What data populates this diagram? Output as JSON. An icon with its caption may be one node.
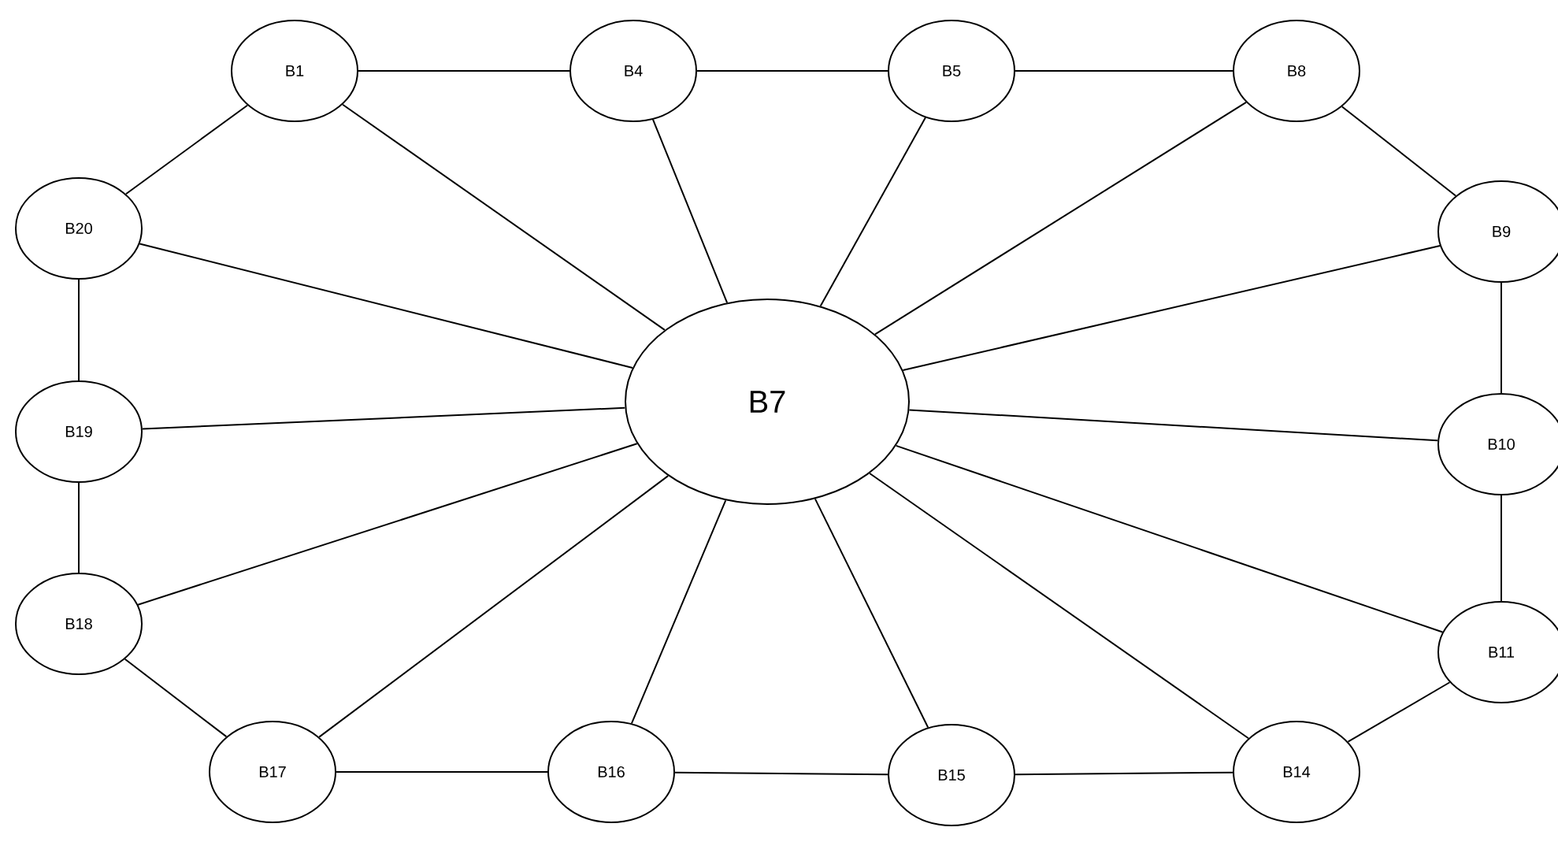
{
  "diagram": {
    "nodes": [
      {
        "text": [
          "B1"
        ]
      },
      {
        "text": [
          "B4"
        ]
      },
      {
        "text": [
          "B5"
        ]
      },
      {
        "text": [
          "B8"
        ]
      },
      {
        "text": [
          "B20"
        ]
      },
      {
        "text": [
          "B9"
        ]
      },
      {
        "text": [
          "B19"
        ]
      },
      {
        "text": [
          "B7"
        ]
      },
      {
        "text": [
          "B10"
        ]
      },
      {
        "text": [
          "B18"
        ]
      },
      {
        "text": [
          "B11"
        ]
      },
      {
        "text": [
          "B17"
        ]
      },
      {
        "text": [
          "B16"
        ]
      },
      {
        "text": [
          "B15"
        ]
      },
      {
        "text": [
          "B14"
        ]
      }
    ],
    "edges": [
      {
        "from": 0,
        "to": 1,
        "arrow": "none"
      },
      {
        "from": 1,
        "to": 2,
        "arrow": "none"
      },
      {
        "from": 2,
        "to": 3,
        "arrow": "none"
      },
      {
        "from": 3,
        "to": 5,
        "arrow": "none"
      },
      {
        "from": 5,
        "to": 8,
        "arrow": "none"
      },
      {
        "from": 8,
        "to": 10,
        "arrow": "none"
      },
      {
        "from": 10,
        "to": 14,
        "arrow": "none"
      },
      {
        "from": 14,
        "to": 13,
        "arrow": "none"
      },
      {
        "from": 13,
        "to": 12,
        "arrow": "none"
      },
      {
        "from": 12,
        "to": 11,
        "arrow": "none"
      },
      {
        "from": 11,
        "to": 9,
        "arrow": "none"
      },
      {
        "from": 9,
        "to": 6,
        "arrow": "none"
      },
      {
        "from": 6,
        "to": 4,
        "arrow": "none"
      },
      {
        "from": 4,
        "to": 0,
        "arrow": "none"
      },
      {
        "from": 7,
        "to": 0,
        "arrow": "none"
      },
      {
        "from": 7,
        "to": 1,
        "arrow": "none"
      },
      {
        "from": 7,
        "to": 2,
        "arrow": "none"
      },
      {
        "from": 7,
        "to": 3,
        "arrow": "none"
      },
      {
        "from": 7,
        "to": 4,
        "arrow": "none"
      },
      {
        "from": 7,
        "to": 5,
        "arrow": "none"
      },
      {
        "from": 7,
        "to": 6,
        "arrow": "none"
      },
      {
        "from": 7,
        "to": 8,
        "arrow": "none"
      },
      {
        "from": 7,
        "to": 9,
        "arrow": "none"
      },
      {
        "from": 7,
        "to": 10,
        "arrow": "none"
      },
      {
        "from": 7,
        "to": 11,
        "arrow": "none"
      },
      {
        "from": 7,
        "to": 12,
        "arrow": "none"
      },
      {
        "from": 7,
        "to": 13,
        "arrow": "none"
      },
      {
        "from": 7,
        "to": 14,
        "arrow": "none"
      }
    ]
  }
}
